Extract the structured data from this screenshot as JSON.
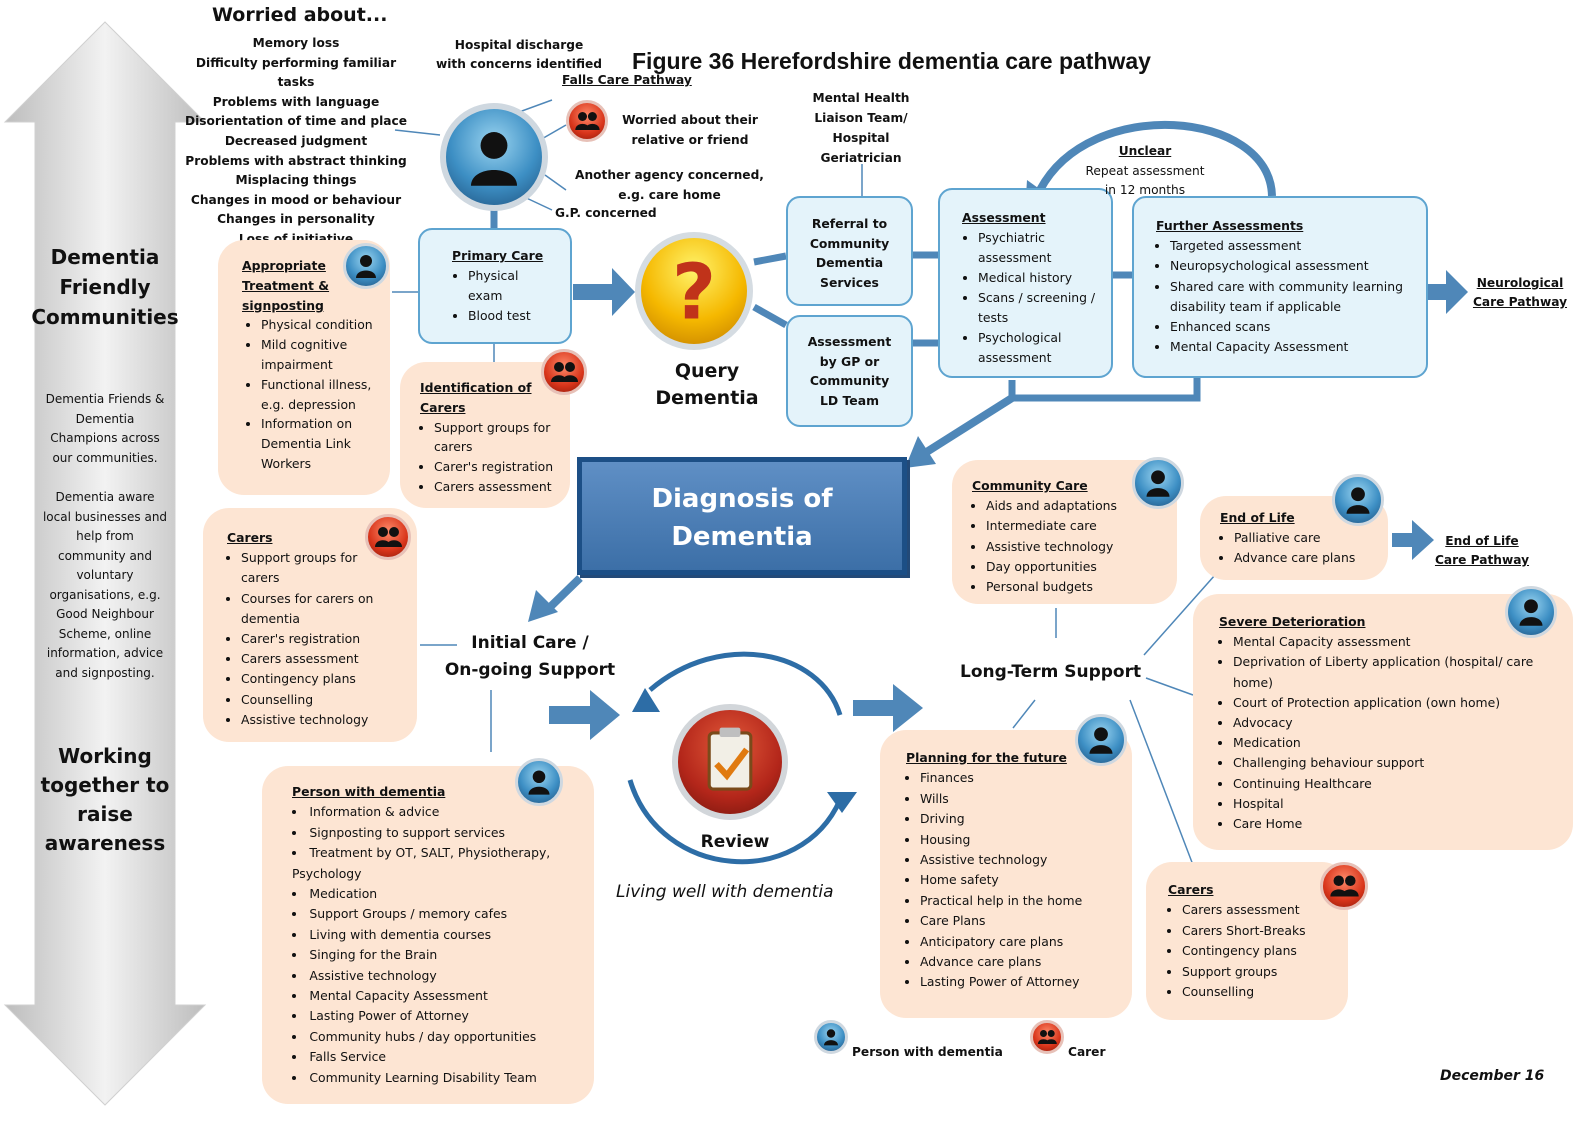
{
  "title": "Figure 36 Herefordshire dementia care pathway",
  "date": "December 16",
  "sidebar": {
    "heading1": [
      "Dementia",
      "Friendly",
      "Communities"
    ],
    "text1": [
      "Dementia Friends &",
      "Dementia",
      "Champions across",
      "our communities."
    ],
    "text2": [
      "Dementia aware",
      "local businesses and",
      "help from",
      "community and",
      "voluntary",
      "organisations, e.g.",
      "Good Neighbour",
      "Scheme, online",
      "information, advice",
      "and signposting."
    ],
    "heading2": [
      "Working",
      "together to",
      "raise",
      "awareness"
    ]
  },
  "worried": {
    "title": "Worried about...",
    "items": [
      "Memory loss",
      "Difficulty performing familiar tasks",
      "Problems with language",
      "Disorientation of time and place",
      "Decreased judgment",
      "Problems with abstract thinking",
      "Misplacing things",
      "Changes in mood or behaviour",
      "Changes in personality",
      "Loss of initiative"
    ]
  },
  "triggers": {
    "hospital": [
      "Hospital discharge",
      "with concerns identified"
    ],
    "falls": "Falls Care Pathway",
    "relative": [
      "Worried about their",
      "relative or friend"
    ],
    "agency": [
      "Another agency concerned,",
      "e.g. care home"
    ],
    "gp": "G.P. concerned"
  },
  "primary_care": {
    "title": "Primary Care",
    "items": [
      "Physical exam",
      "Blood test"
    ]
  },
  "appropriate": {
    "title": "Appropriate Treatment & signposting",
    "items": [
      "Physical condition",
      "Mild cognitive impairment",
      "Functional illness, e.g. depression",
      "Information on Dementia Link Workers"
    ]
  },
  "identification": {
    "title": "Identification of Carers",
    "items": [
      "Support groups for carers",
      "Carer's registration",
      "Carers assessment"
    ]
  },
  "query": [
    "Query",
    "Dementia"
  ],
  "mh_liaison": [
    "Mental Health",
    "Liaison Team/",
    "Hospital",
    "Geriatrician"
  ],
  "referral": [
    "Referral to",
    "Community",
    "Dementia",
    "Services"
  ],
  "assess_gp": [
    "Assessment",
    "by GP or",
    "Community",
    "LD Team"
  ],
  "assessment": {
    "title": "Assessment",
    "items": [
      "Psychiatric assessment",
      "Medical history",
      "Scans / screening / tests",
      "Psychological assessment"
    ]
  },
  "unclear": {
    "title": "Unclear",
    "lines": [
      "Repeat assessment",
      "in 12 months"
    ]
  },
  "further": {
    "title": "Further Assessments",
    "items": [
      "Targeted assessment",
      "Neuropsychological assessment",
      "Shared care with community learning disability team if applicable",
      "Enhanced scans",
      "Mental Capacity Assessment"
    ]
  },
  "neuro": [
    "Neurological",
    "Care Pathway"
  ],
  "diagnosis": [
    "Diagnosis of",
    "Dementia"
  ],
  "carers1": {
    "title": "Carers",
    "items": [
      "Support groups for carers",
      "Courses for carers on dementia",
      "Carer's registration",
      "Carers assessment",
      "Contingency plans",
      "Counselling",
      "Assistive technology"
    ]
  },
  "initial": [
    "Initial Care /",
    "On-going Support"
  ],
  "review": "Review",
  "living": "Living well with dementia",
  "person": {
    "title": "Person with dementia",
    "items": [
      "Information & advice",
      "Signposting to support services",
      "Treatment by OT, SALT, Physiotherapy, Psychology",
      "Medication",
      "Support Groups / memory cafes",
      "Living with dementia courses",
      "Singing for the Brain",
      "Assistive technology",
      "Mental Capacity Assessment",
      "Lasting Power of Attorney",
      "Community hubs / day opportunities",
      "Falls Service",
      "Community Learning Disability Team"
    ]
  },
  "community": {
    "title": "Community Care",
    "items": [
      "Aids and adaptations",
      "Intermediate care",
      "Assistive technology",
      "Day opportunities",
      "Personal budgets"
    ]
  },
  "longterm": "Long-Term Support",
  "eol": {
    "title": "End of Life",
    "items": [
      "Palliative care",
      "Advance care plans"
    ]
  },
  "eol_path": [
    "End of Life",
    "Care Pathway"
  ],
  "severe": {
    "title": "Severe Deterioration",
    "items": [
      "Mental Capacity assessment",
      "Deprivation of Liberty application (hospital/ care home)",
      "Court of Protection application (own home)",
      "Advocacy",
      "Medication",
      "Challenging behaviour support",
      "Continuing Healthcare",
      "Hospital",
      "Care Home"
    ]
  },
  "planning": {
    "title": "Planning for the future",
    "items": [
      "Finances",
      "Wills",
      "Driving",
      "Housing",
      "Assistive technology",
      "Home safety",
      "Practical help in the home",
      "Care Plans",
      "Anticipatory care plans",
      "Advance care plans",
      "Lasting Power of Attorney"
    ]
  },
  "carers2": {
    "title": "Carers",
    "items": [
      "Carers assessment",
      "Carers Short-Breaks",
      "Contingency plans",
      "Support groups",
      "Counselling"
    ]
  },
  "legend": {
    "person": "Person with dementia",
    "carer": "Carer"
  }
}
